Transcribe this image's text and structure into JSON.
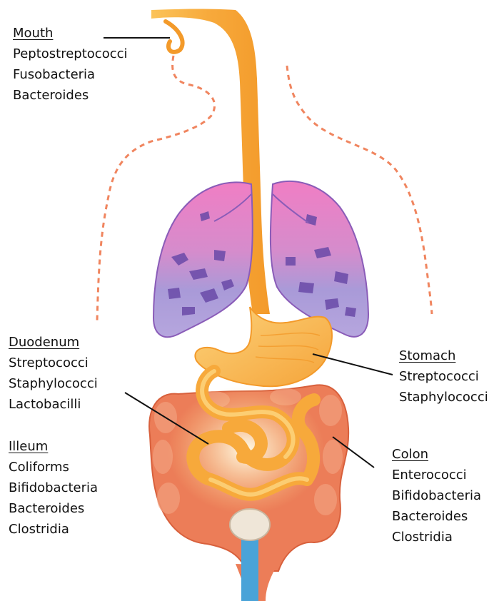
{
  "labels": {
    "mouth": {
      "title": "Mouth",
      "organisms": [
        "Peptostreptococci",
        "Fusobacteria",
        "Bacteroides"
      ]
    },
    "duodenum": {
      "title": "Duodenum",
      "organisms": [
        "Streptococci",
        "Staphylococci",
        "Lactobacilli"
      ]
    },
    "ileum": {
      "title": "Illeum",
      "organisms": [
        "Coliforms",
        "Bifidobacteria",
        "Bacteroides",
        "Clostridia"
      ]
    },
    "stomach": {
      "title": "Stomach",
      "organisms": [
        "Streptococci",
        "Staphylococci"
      ]
    },
    "colon": {
      "title": "Colon",
      "organisms": [
        "Enterococci",
        "Bifidobacteria",
        "Bacteroides",
        "Clostridia"
      ]
    }
  },
  "colors": {
    "tract": "#f7a93b",
    "tract_light": "#fcd27a",
    "colon": "#ea7a55",
    "lung_top": "#ec7fc2",
    "lung_bottom": "#a99ad8",
    "lung_spots": "#6a4aa8",
    "body_outline": "#f0855f",
    "rectum": "#4aa3d8",
    "pointer": "#111111"
  }
}
